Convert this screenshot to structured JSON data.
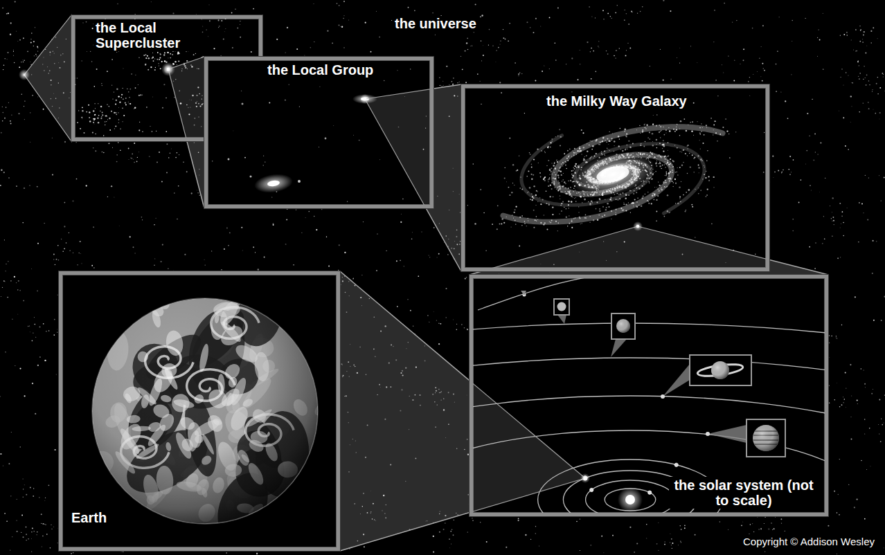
{
  "diagram": {
    "nodes": [
      {
        "text": [
          "the Local Supercluster"
        ]
      },
      {
        "text": [
          "the Local Group"
        ]
      },
      {
        "text": [
          "the Milky Way Galaxy"
        ]
      },
      {
        "text": [
          "Earth"
        ]
      },
      {
        "text": [
          "the solar system (not to scale)"
        ]
      }
    ],
    "edges": [
      {
        "from": 0,
        "to": 1,
        "arrow": "none"
      },
      {
        "from": 1,
        "to": 2,
        "arrow": "none"
      },
      {
        "from": 2,
        "to": 4,
        "arrow": "none"
      },
      {
        "from": 4,
        "to": 3,
        "arrow": "none"
      }
    ],
    "labels": [
      "the universe",
      "Copyright © Addison Wesley"
    ]
  }
}
